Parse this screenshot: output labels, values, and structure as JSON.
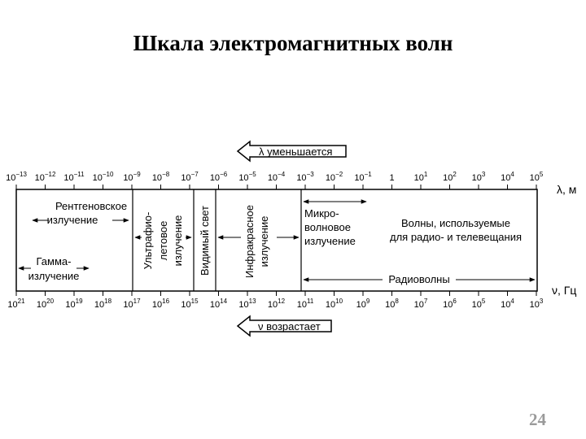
{
  "page": {
    "title": "Шкала электромагнитных волн",
    "page_number": "24"
  },
  "scale": {
    "wavelength_arrow_label": "λ уменьшается",
    "frequency_arrow_label": "ν возрастает",
    "wavelength_unit": "λ, м",
    "frequency_unit": "ν, Гц",
    "wavelength_ticks": [
      {
        "base": "10",
        "exp": "−13"
      },
      {
        "base": "10",
        "exp": "−12"
      },
      {
        "base": "10",
        "exp": "−11"
      },
      {
        "base": "10",
        "exp": "−10"
      },
      {
        "base": "10",
        "exp": "−9"
      },
      {
        "base": "10",
        "exp": "−8"
      },
      {
        "base": "10",
        "exp": "−7"
      },
      {
        "base": "10",
        "exp": "−6"
      },
      {
        "base": "10",
        "exp": "−5"
      },
      {
        "base": "10",
        "exp": "−4"
      },
      {
        "base": "10",
        "exp": "−3"
      },
      {
        "base": "10",
        "exp": "−2"
      },
      {
        "base": "10",
        "exp": "−1"
      },
      {
        "base": "1",
        "exp": ""
      },
      {
        "base": "10",
        "exp": "1"
      },
      {
        "base": "10",
        "exp": "2"
      },
      {
        "base": "10",
        "exp": "3"
      },
      {
        "base": "10",
        "exp": "4"
      },
      {
        "base": "10",
        "exp": "5"
      }
    ],
    "frequency_ticks": [
      {
        "base": "10",
        "exp": "21"
      },
      {
        "base": "10",
        "exp": "20"
      },
      {
        "base": "10",
        "exp": "19"
      },
      {
        "base": "10",
        "exp": "18"
      },
      {
        "base": "10",
        "exp": "17"
      },
      {
        "base": "10",
        "exp": "16"
      },
      {
        "base": "10",
        "exp": "15"
      },
      {
        "base": "10",
        "exp": "14"
      },
      {
        "base": "10",
        "exp": "13"
      },
      {
        "base": "10",
        "exp": "12"
      },
      {
        "base": "10",
        "exp": "11"
      },
      {
        "base": "10",
        "exp": "10"
      },
      {
        "base": "10",
        "exp": "9"
      },
      {
        "base": "10",
        "exp": "8"
      },
      {
        "base": "10",
        "exp": "7"
      },
      {
        "base": "10",
        "exp": "6"
      },
      {
        "base": "10",
        "exp": "5"
      },
      {
        "base": "10",
        "exp": "4"
      },
      {
        "base": "10",
        "exp": "3"
      }
    ]
  },
  "bands": {
    "xray": [
      "Рентгеновское",
      "излучение"
    ],
    "gamma": [
      "Гамма-",
      "излучение"
    ],
    "ultraviolet": [
      "Ультрафио-",
      "летовое",
      "излучение"
    ],
    "visible": [
      "Видимый свет"
    ],
    "infrared": [
      "Инфракрасное",
      "излучение"
    ],
    "microwave": [
      "Микро-",
      "волновое",
      "излучение"
    ],
    "radio_broadcast": [
      "Волны, используемые",
      "для радио- и телевещания"
    ],
    "radio": [
      "Радиоволны"
    ]
  }
}
